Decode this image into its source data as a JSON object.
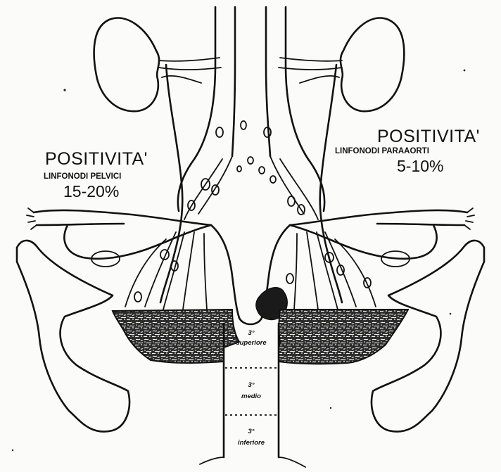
{
  "annotations": {
    "left": {
      "title": "POSITIVITA'",
      "subtitle": "LINFONODI PELVICI",
      "value": "15-20%"
    },
    "right": {
      "title": "POSITIVITA'",
      "subtitle": "LINFONODI PARAAORTI",
      "value": "5-10%"
    }
  },
  "segments": [
    {
      "number": "3°",
      "name": "superiore"
    },
    {
      "number": "3°",
      "name": "medio"
    },
    {
      "number": "3°",
      "name": "inferiore"
    }
  ],
  "colors": {
    "ink": "#111111",
    "paper": "#fbfbf9"
  }
}
